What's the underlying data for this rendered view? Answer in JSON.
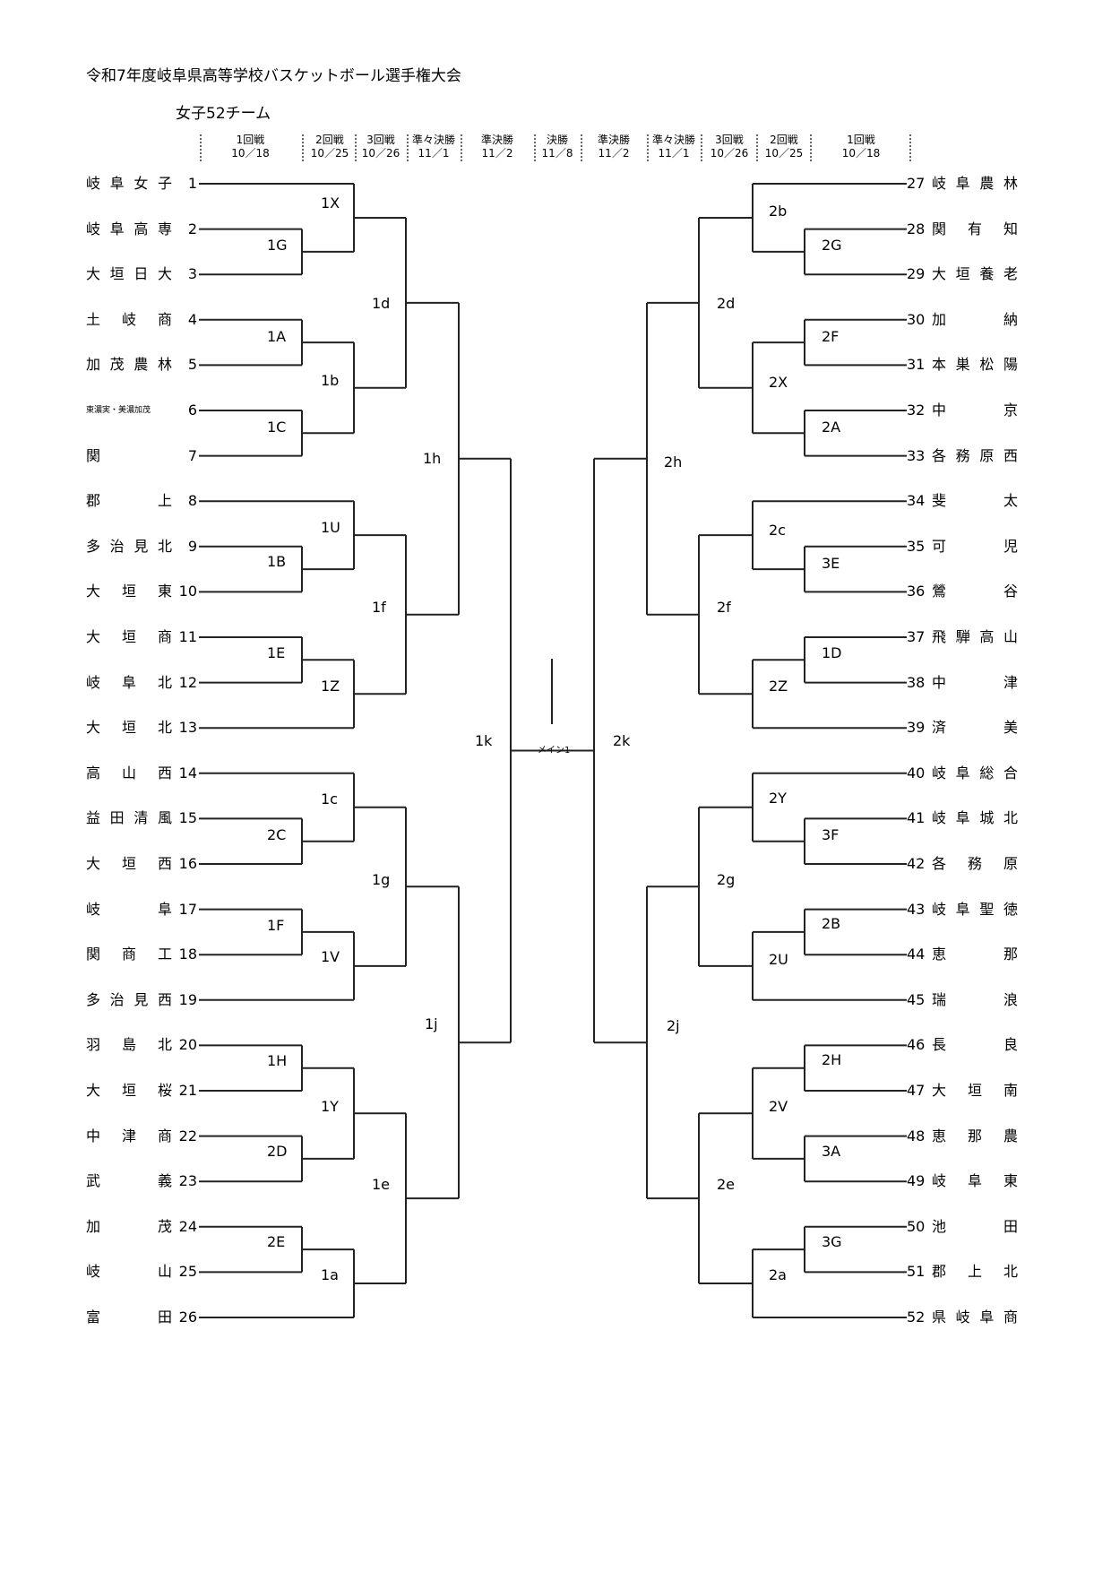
{
  "title": "令和7年度岐阜県高等学校バスケットボール選手権大会",
  "subtitle": "女子52チーム",
  "headers": [
    {
      "round": "1回戦",
      "date": "10／18"
    },
    {
      "round": "2回戦",
      "date": "10／25"
    },
    {
      "round": "3回戦",
      "date": "10／26"
    },
    {
      "round": "準々決勝",
      "date": "11／1"
    },
    {
      "round": "準決勝",
      "date": "11／2"
    },
    {
      "round": "決勝",
      "date": "11／8"
    },
    {
      "round": "準決勝",
      "date": "11／2"
    },
    {
      "round": "準々決勝",
      "date": "11／1"
    },
    {
      "round": "3回戦",
      "date": "10／26"
    },
    {
      "round": "2回戦",
      "date": "10／25"
    },
    {
      "round": "1回戦",
      "date": "10／18"
    }
  ],
  "left_teams": [
    {
      "no": "1",
      "name": "岐阜女子"
    },
    {
      "no": "2",
      "name": "岐阜高専"
    },
    {
      "no": "3",
      "name": "大垣日大"
    },
    {
      "no": "4",
      "name": "土岐商"
    },
    {
      "no": "5",
      "name": "加茂農林"
    },
    {
      "no": "6",
      "name": "東濃実・美濃加茂"
    },
    {
      "no": "7",
      "name": "関"
    },
    {
      "no": "8",
      "name": "郡上"
    },
    {
      "no": "9",
      "name": "多治見北"
    },
    {
      "no": "10",
      "name": "大垣東"
    },
    {
      "no": "11",
      "name": "大垣商"
    },
    {
      "no": "12",
      "name": "岐阜北"
    },
    {
      "no": "13",
      "name": "大垣北"
    },
    {
      "no": "14",
      "name": "高山西"
    },
    {
      "no": "15",
      "name": "益田清風"
    },
    {
      "no": "16",
      "name": "大垣西"
    },
    {
      "no": "17",
      "name": "岐阜"
    },
    {
      "no": "18",
      "name": "関商工"
    },
    {
      "no": "19",
      "name": "多治見西"
    },
    {
      "no": "20",
      "name": "羽島北"
    },
    {
      "no": "21",
      "name": "大垣桜"
    },
    {
      "no": "22",
      "name": "中津商"
    },
    {
      "no": "23",
      "name": "武義"
    },
    {
      "no": "24",
      "name": "加茂"
    },
    {
      "no": "25",
      "name": "岐山"
    },
    {
      "no": "26",
      "name": "富田"
    }
  ],
  "right_teams": [
    {
      "no": "27",
      "name": "岐阜農林"
    },
    {
      "no": "28",
      "name": "関有知"
    },
    {
      "no": "29",
      "name": "大垣養老"
    },
    {
      "no": "30",
      "name": "加納"
    },
    {
      "no": "31",
      "name": "本巣松陽"
    },
    {
      "no": "32",
      "name": "中京"
    },
    {
      "no": "33",
      "name": "各務原西"
    },
    {
      "no": "34",
      "name": "斐太"
    },
    {
      "no": "35",
      "name": "可児"
    },
    {
      "no": "36",
      "name": "鶯谷"
    },
    {
      "no": "37",
      "name": "飛騨高山"
    },
    {
      "no": "38",
      "name": "中津"
    },
    {
      "no": "39",
      "name": "済美"
    },
    {
      "no": "40",
      "name": "岐阜総合"
    },
    {
      "no": "41",
      "name": "岐阜城北"
    },
    {
      "no": "42",
      "name": "各務原"
    },
    {
      "no": "43",
      "name": "岐阜聖徳"
    },
    {
      "no": "44",
      "name": "恵那"
    },
    {
      "no": "45",
      "name": "瑞浪"
    },
    {
      "no": "46",
      "name": "長良"
    },
    {
      "no": "47",
      "name": "大垣南"
    },
    {
      "no": "48",
      "name": "恵那農"
    },
    {
      "no": "49",
      "name": "岐阜東"
    },
    {
      "no": "50",
      "name": "池田"
    },
    {
      "no": "51",
      "name": "郡上北"
    },
    {
      "no": "52",
      "name": "県岐阜商"
    }
  ],
  "match_labels": {
    "1G": "1G",
    "1X": "1X",
    "1A": "1A",
    "1C": "1C",
    "1b": "1b",
    "1d": "1d",
    "1B": "1B",
    "1U": "1U",
    "1E": "1E",
    "1Z": "1Z",
    "1f": "1f",
    "1h": "1h",
    "2C": "2C",
    "1c": "1c",
    "1F": "1F",
    "1V": "1V",
    "1g": "1g",
    "1H": "1H",
    "2D": "2D",
    "1Y": "1Y",
    "2E": "2E",
    "1a": "1a",
    "1e": "1e",
    "1j": "1j",
    "1k": "1k",
    "2G": "2G",
    "2b": "2b",
    "2F": "2F",
    "2A": "2A",
    "2X": "2X",
    "2d": "2d",
    "3E": "3E",
    "2c": "2c",
    "1D": "1D",
    "2Z": "2Z",
    "2f": "2f",
    "2h": "2h",
    "3F": "3F",
    "2Y": "2Y",
    "2B": "2B",
    "2U": "2U",
    "2g": "2g",
    "2H": "2H",
    "3A": "3A",
    "2V": "2V",
    "3G": "3G",
    "2a": "2a",
    "2e": "2e",
    "2j": "2j",
    "2k": "2k"
  },
  "final_venue": "メイン1"
}
